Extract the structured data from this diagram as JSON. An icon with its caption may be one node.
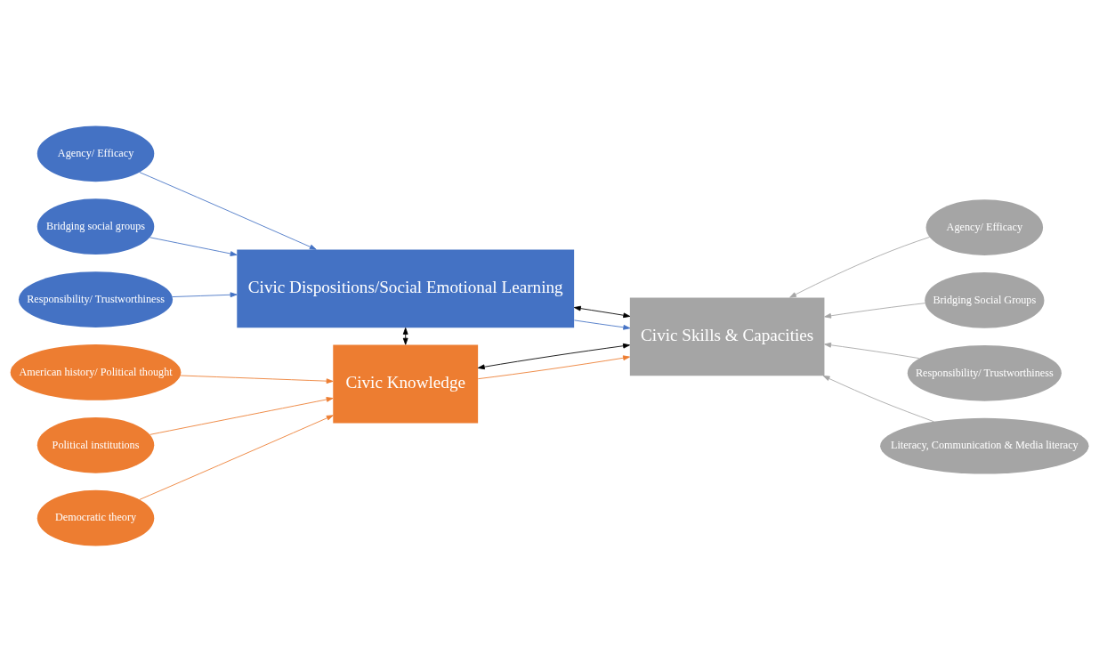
{
  "diagram": {
    "nodes": [
      {
        "text": [
          "Agency/ Efficacy"
        ]
      },
      {
        "text": [
          "Bridging social groups"
        ]
      },
      {
        "text": [
          "Responsibility/ Trustworthiness"
        ]
      },
      {
        "text": [
          "American history/ Political thought"
        ]
      },
      {
        "text": [
          "Political institutions"
        ]
      },
      {
        "text": [
          "Democratic theory"
        ]
      },
      {
        "text": [
          "Civic Dispositions/Social Emotional Learning"
        ]
      },
      {
        "text": [
          "Civic Knowledge"
        ]
      },
      {
        "text": [
          "Civic Skills & Capacities"
        ]
      },
      {
        "text": [
          "Agency/ Efficacy"
        ]
      },
      {
        "text": [
          "Bridging Social Groups"
        ]
      },
      {
        "text": [
          "Responsibility/ Trustworthiness"
        ]
      },
      {
        "text": [
          "Literacy, Communication & Media literacy"
        ]
      }
    ],
    "edges": [
      {
        "from": 0,
        "to": 6,
        "arrow": "to",
        "color": "#4472c4"
      },
      {
        "from": 1,
        "to": 6,
        "arrow": "to",
        "color": "#4472c4"
      },
      {
        "from": 2,
        "to": 6,
        "arrow": "to",
        "color": "#4472c4"
      },
      {
        "from": 3,
        "to": 7,
        "arrow": "to",
        "color": "#ed7d31"
      },
      {
        "from": 4,
        "to": 7,
        "arrow": "to",
        "color": "#ed7d31"
      },
      {
        "from": 5,
        "to": 7,
        "arrow": "to",
        "color": "#ed7d31"
      },
      {
        "from": 6,
        "to": 7,
        "arrow": "both",
        "color": "#000000"
      },
      {
        "from": 6,
        "to": 8,
        "arrow": "to",
        "color": "#4472c4"
      },
      {
        "from": 7,
        "to": 8,
        "arrow": "to",
        "color": "#ed7d31"
      },
      {
        "from": 6,
        "to": 8,
        "arrow": "both",
        "color": "#000000"
      },
      {
        "from": 7,
        "to": 8,
        "arrow": "both",
        "color": "#000000"
      },
      {
        "from": 9,
        "to": 8,
        "arrow": "to",
        "color": "#a6a6a6"
      },
      {
        "from": 10,
        "to": 8,
        "arrow": "to",
        "color": "#a6a6a6"
      },
      {
        "from": 11,
        "to": 8,
        "arrow": "to",
        "color": "#a6a6a6"
      },
      {
        "from": 12,
        "to": 8,
        "arrow": "to",
        "color": "#a6a6a6"
      }
    ]
  }
}
